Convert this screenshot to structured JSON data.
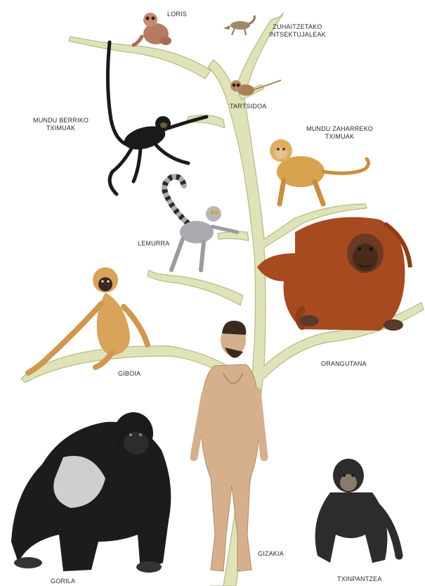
{
  "labels": {
    "loris": "LORIS",
    "tree_insectivores": [
      "ZUHAITZETAKO",
      "INTSEKTUJALEAK"
    ],
    "tarsier": "TARTSIDOA",
    "new_world_monkeys": [
      "MUNDU BERRIKO",
      "TXIMUAK"
    ],
    "old_world_monkeys": [
      "MUNDU ZAHARREKO",
      "TXIMUAK"
    ],
    "lemur": "LEMURRA",
    "gibbon": "GIBOIA",
    "orangutan": "ORANGUTANA",
    "gorilla": "GORILA",
    "human": "GIZAKIA",
    "chimpanzee": "TXINPANTZEA"
  },
  "icons": {
    "loris": "loris-icon",
    "tree_shrew": "tree-shrew-icon",
    "tarsier": "tarsier-icon",
    "spider_monkey": "spider-monkey-icon",
    "macaque": "macaque-icon",
    "lemur": "lemur-icon",
    "gibbon": "gibbon-icon",
    "orangutan": "orangutan-icon",
    "gorilla": "gorilla-icon",
    "human": "human-icon",
    "chimpanzee": "chimpanzee-icon"
  },
  "colors": {
    "tree_fill": "#dfe3b7",
    "tree_stroke": "#b5bb86",
    "orangutan": "#a84a1f",
    "gibbon": "#d9a35a",
    "macaque": "#d8a24f",
    "lemur": "#a9abb0",
    "gorilla": "#1c1c1c",
    "chimpanzee": "#2c2c2c",
    "human": "#d6b08c",
    "spider_monkey": "#1a1a1a",
    "loris": "#b77a62"
  }
}
